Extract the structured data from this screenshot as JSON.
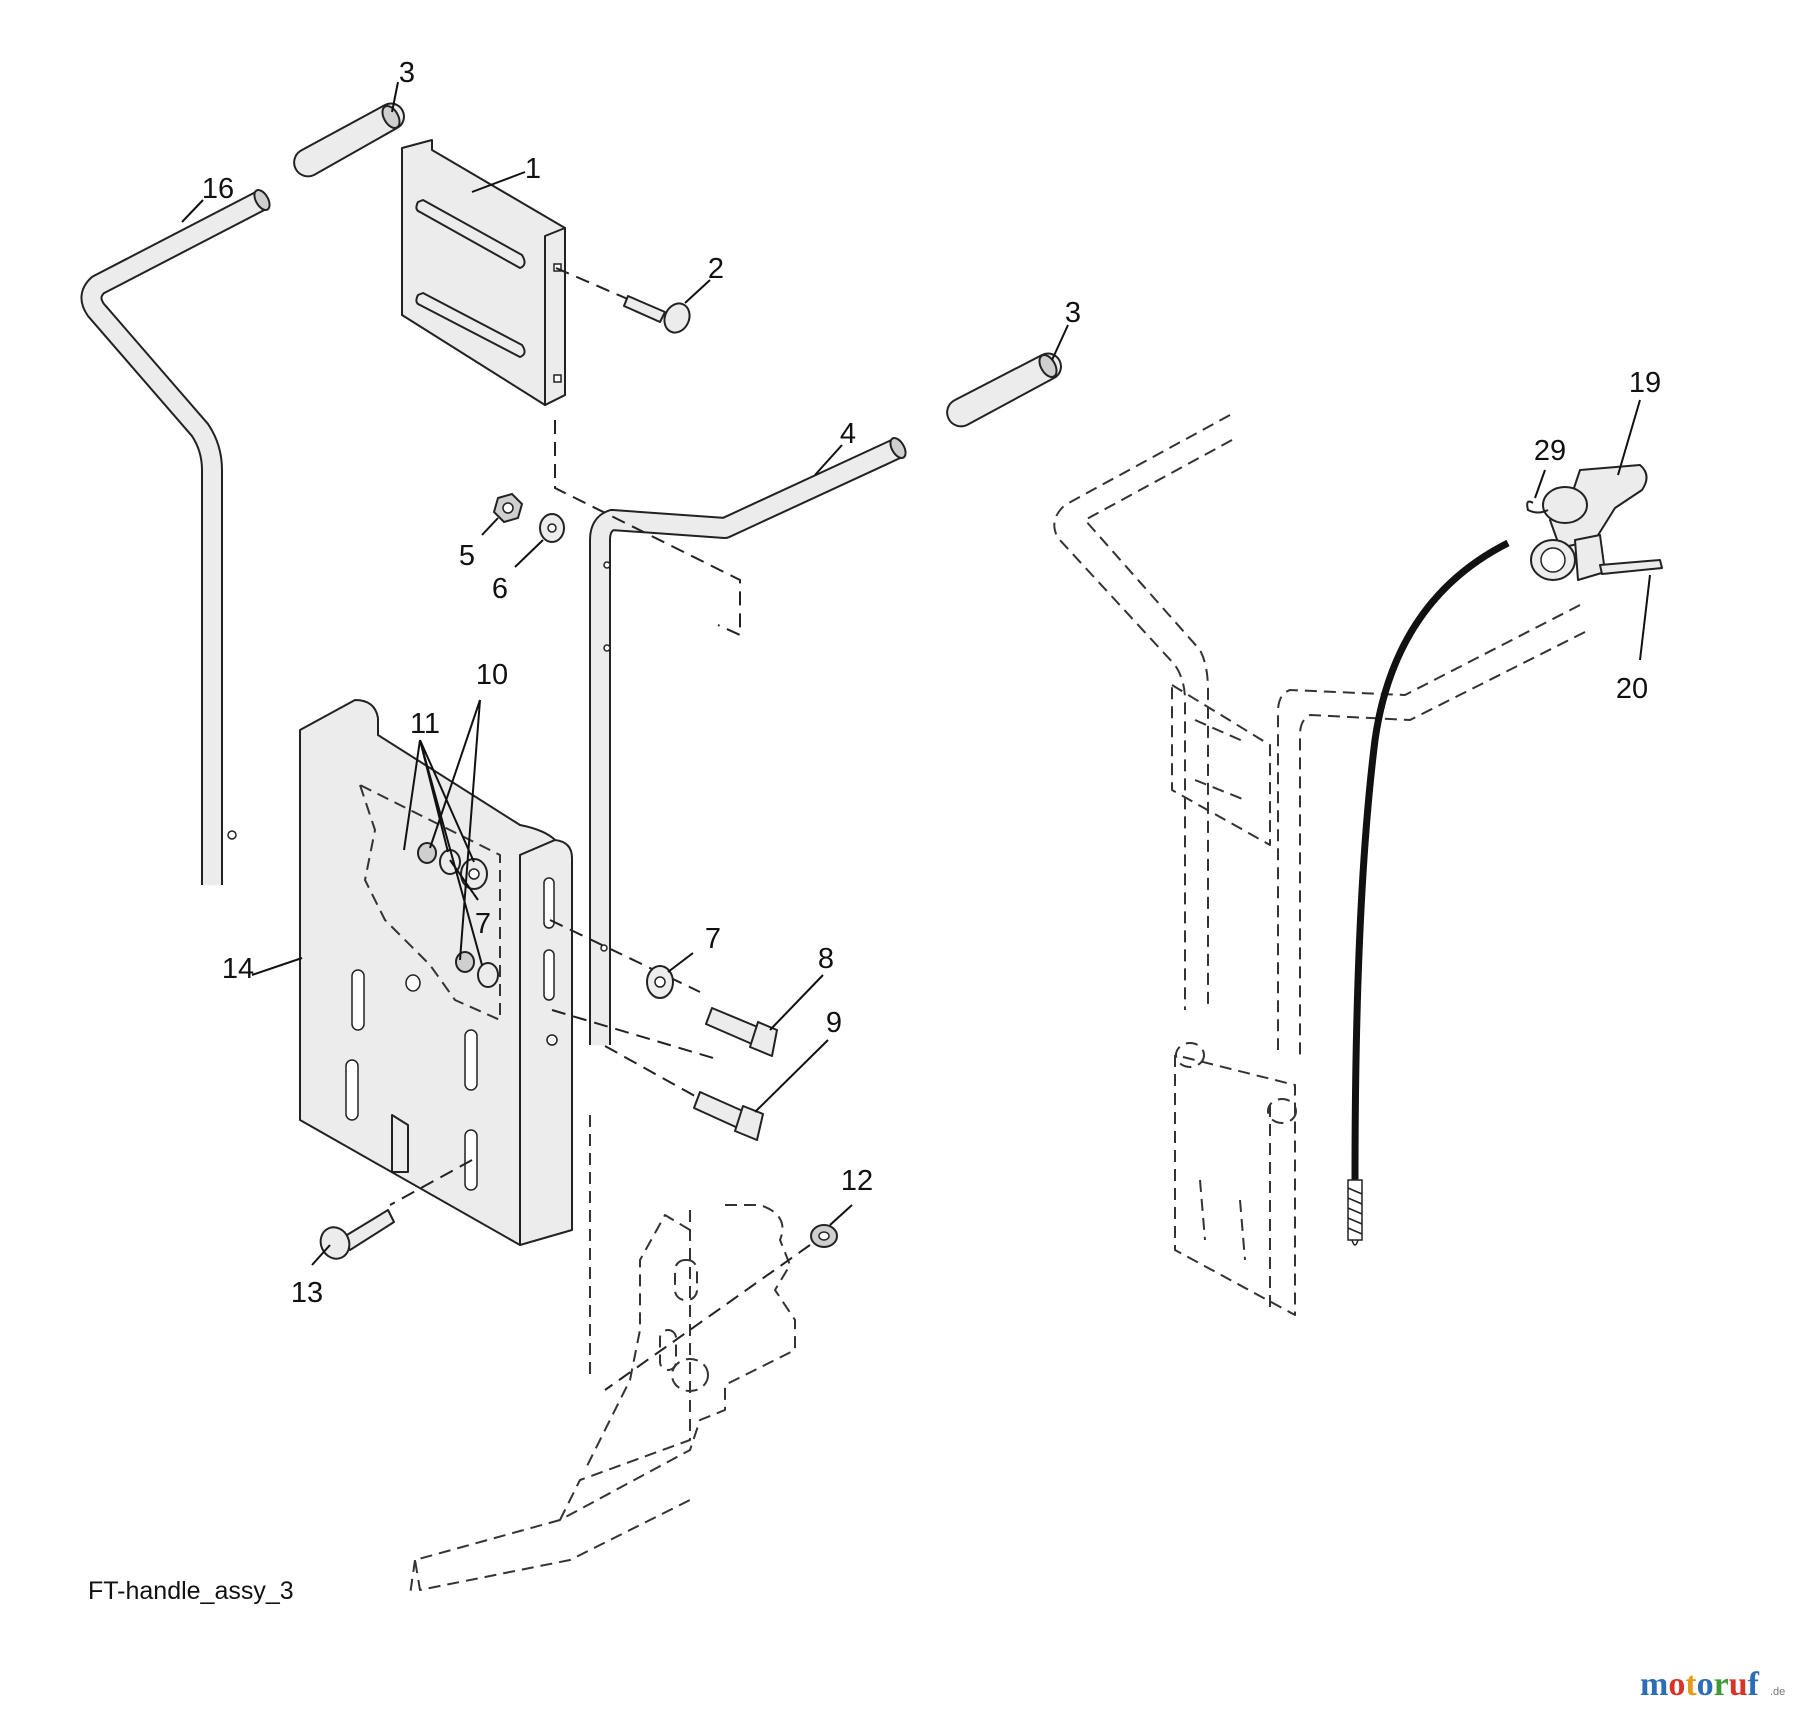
{
  "diagram": {
    "caption": "FT-handle_assy_3",
    "callouts": [
      {
        "id": "c3a",
        "label": "3"
      },
      {
        "id": "c16",
        "label": "16"
      },
      {
        "id": "c1",
        "label": "1"
      },
      {
        "id": "c2",
        "label": "2"
      },
      {
        "id": "c3b",
        "label": "3"
      },
      {
        "id": "c4",
        "label": "4"
      },
      {
        "id": "c19",
        "label": "19"
      },
      {
        "id": "c29",
        "label": "29"
      },
      {
        "id": "c20",
        "label": "20"
      },
      {
        "id": "c5",
        "label": "5"
      },
      {
        "id": "c6",
        "label": "6"
      },
      {
        "id": "c10",
        "label": "10"
      },
      {
        "id": "c11",
        "label": "11"
      },
      {
        "id": "c7a",
        "label": "7"
      },
      {
        "id": "c7b",
        "label": "7"
      },
      {
        "id": "c8",
        "label": "8"
      },
      {
        "id": "c9",
        "label": "9"
      },
      {
        "id": "c14",
        "label": "14"
      },
      {
        "id": "c12",
        "label": "12"
      },
      {
        "id": "c13",
        "label": "13"
      }
    ]
  },
  "watermark": {
    "brand_parts": [
      "m",
      "o",
      "t",
      "o",
      "r",
      "u",
      "f"
    ],
    "brand_colors": [
      "#2d6db5",
      "#d8352a",
      "#e89a1c",
      "#2d6db5",
      "#3f9a3a",
      "#d8352a",
      "#2d6db5"
    ],
    "suffix": ".de"
  }
}
